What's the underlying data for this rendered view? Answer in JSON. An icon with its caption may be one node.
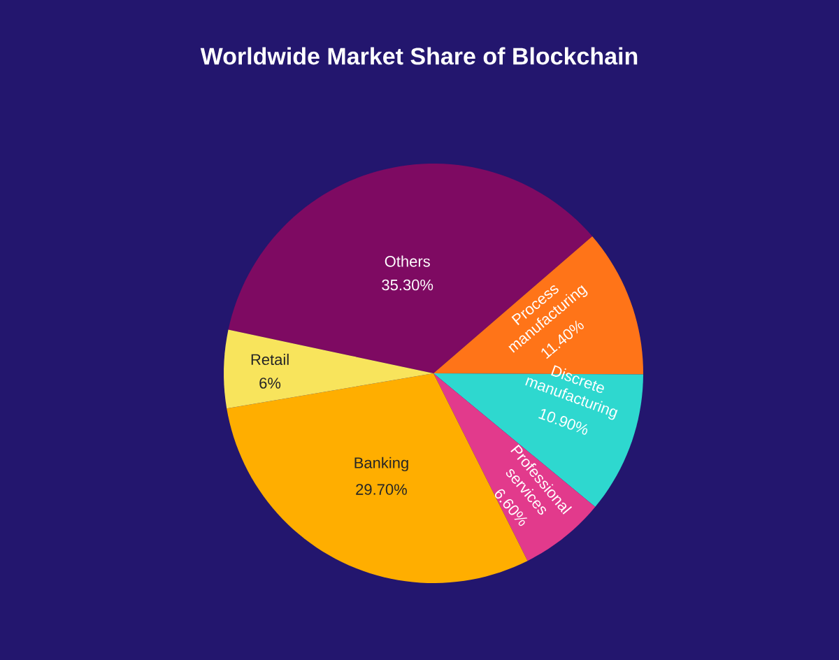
{
  "diagram": {
    "title": "Worldwide Market Share of Blockchain",
    "chart_data": {
      "type": "pie",
      "categories": [
        "Others",
        "Process manufacturing",
        "Discrete manufacturing",
        "Professional services",
        "Banking",
        "Retail"
      ],
      "values": [
        35.3,
        11.4,
        10.9,
        6.6,
        29.7,
        6
      ],
      "value_labels": [
        "35.30%",
        "11.40%",
        "10.90%",
        "6.60%",
        "29.70%",
        "6%"
      ]
    }
  }
}
